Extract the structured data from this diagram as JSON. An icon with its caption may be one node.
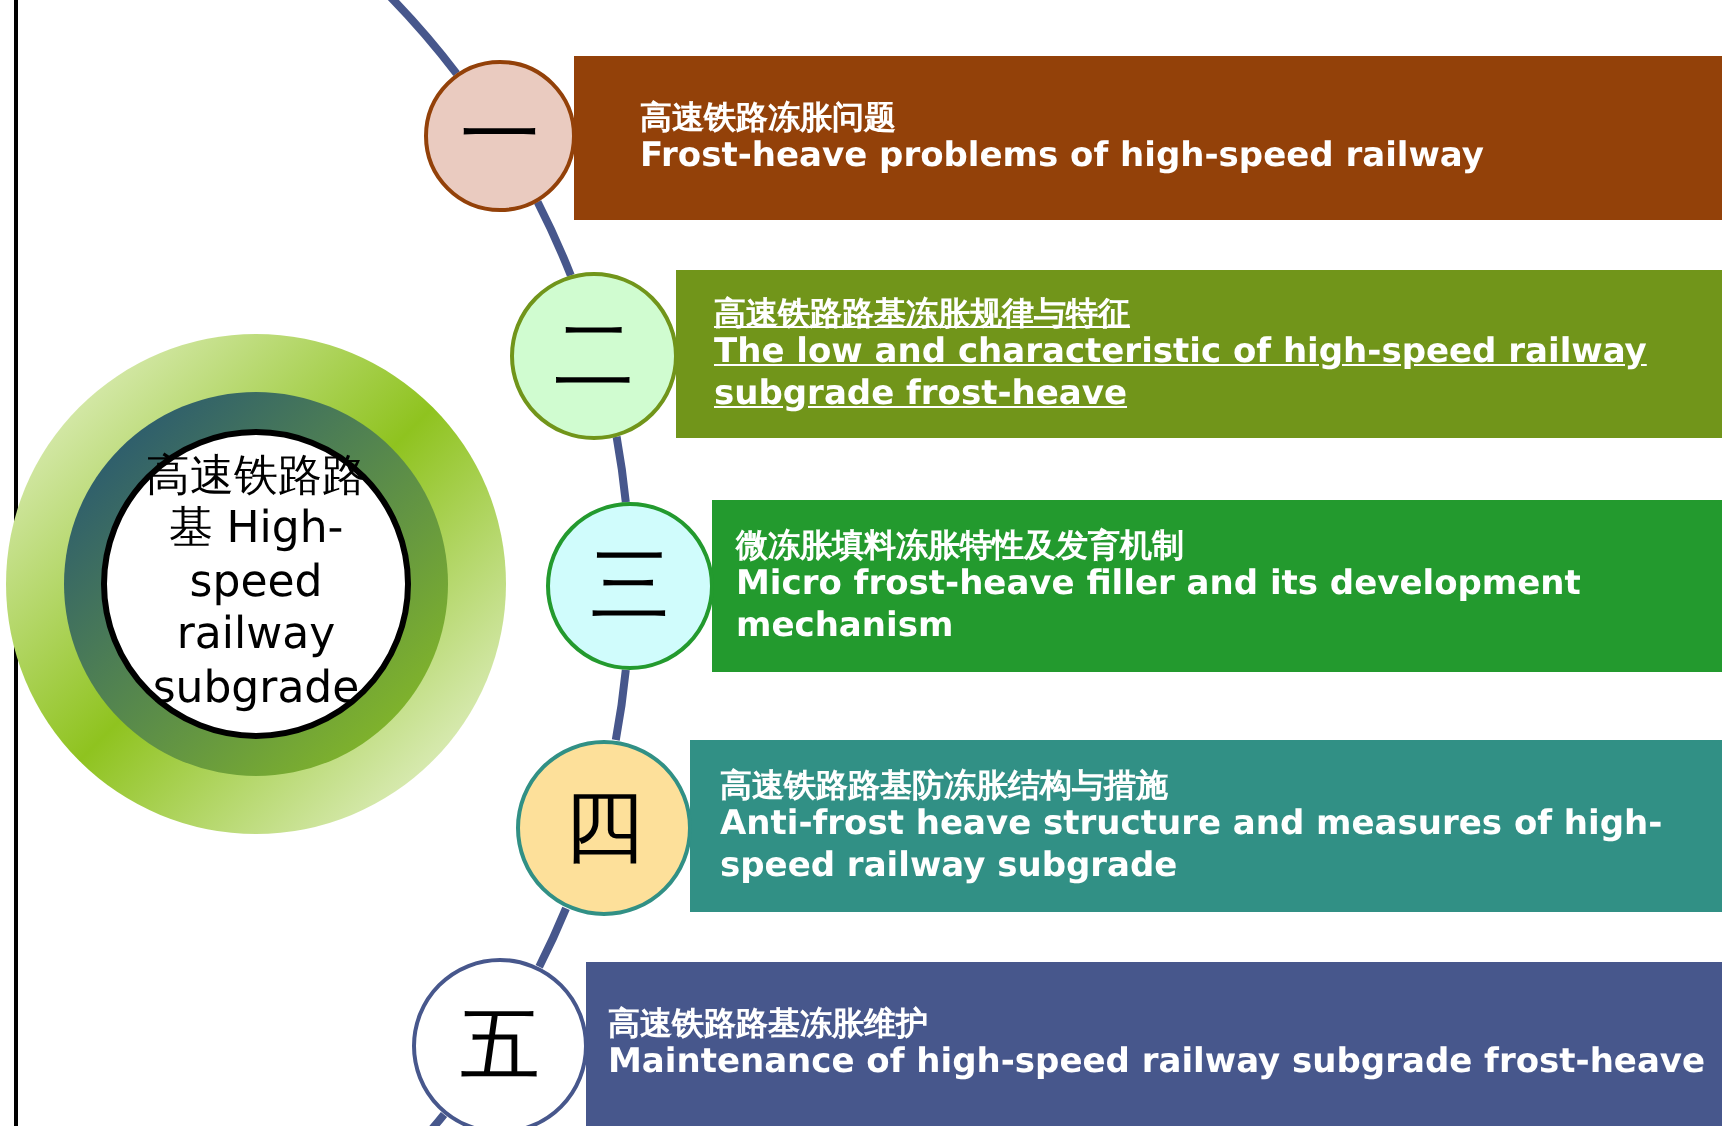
{
  "diagram": {
    "nodes": [
      {
        "text": [
          "高速铁路路基 High-speed railway subgrade"
        ]
      },
      {
        "text": [
          "一"
        ]
      },
      {
        "text": [
          "高速铁路冻胀问题",
          "Frost-heave problems of high-speed railway"
        ]
      },
      {
        "text": [
          "二"
        ]
      },
      {
        "text": [
          "高速铁路路基冻胀规律与特征",
          "The low and characteristic of high-speed railway subgrade frost-heave"
        ]
      },
      {
        "text": [
          "三"
        ]
      },
      {
        "text": [
          "微冻胀填料冻胀特性及发育机制",
          "Micro frost-heave filler and its development mechanism"
        ]
      },
      {
        "text": [
          "四"
        ]
      },
      {
        "text": [
          "高速铁路路基防冻胀结构与措施",
          "Anti-frost heave structure and measures of high-speed railway subgrade"
        ]
      },
      {
        "text": [
          "五"
        ]
      },
      {
        "text": [
          "高速铁路路基冻胀维护",
          "Maintenance of high-speed railway subgrade frost-heave"
        ]
      }
    ],
    "edges": [
      {
        "from": null,
        "to": 1,
        "arrow": "none"
      },
      {
        "from": 1,
        "to": 3,
        "arrow": "none"
      },
      {
        "from": 3,
        "to": 5,
        "arrow": "none"
      },
      {
        "from": 5,
        "to": 7,
        "arrow": "none"
      },
      {
        "from": 7,
        "to": 9,
        "arrow": "none"
      },
      {
        "from": 9,
        "to": null,
        "arrow": "none"
      }
    ]
  }
}
